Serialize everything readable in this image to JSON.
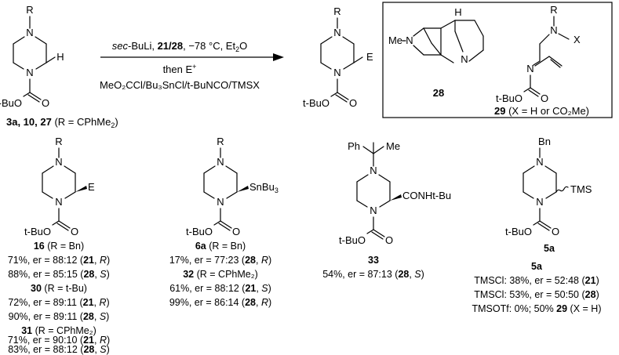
{
  "scheme": {
    "start": {
      "substituent": "R",
      "n_atom": "N",
      "h_atom": "H",
      "boc": "t-BuO",
      "carbonyl_o": "O",
      "label_cpds": "3a, 10, 27",
      "label_rest": " (R = CPhMe",
      "label_sub": "2",
      "label_close": ")"
    },
    "conditions": {
      "base": "sec",
      "base_rest": "-BuLi, ",
      "ligands": "21/28",
      "temp": ", −78 °C, Et",
      "solvent_sub": "2",
      "solvent_end": "O",
      "then": "then E",
      "then_sup": "+",
      "reagents": "MeO₂CCl/Bu₃SnCl/t-BuNCO/TMSX"
    },
    "product": {
      "substituent": "R",
      "electrophile": "E"
    },
    "box": {
      "ligand": {
        "nme": "Me",
        "h": "H",
        "label": "28"
      },
      "side": {
        "x": "X",
        "label_num": "29",
        "label_text": " (X = H or CO₂Me)"
      }
    },
    "compounds": [
      {
        "group": "E",
        "lines": [
          {
            "bold": "16",
            "text": " (R = Bn)"
          },
          {
            "text": "71%, er = 88:12 (",
            "bold": "21",
            "italic": "R"
          },
          {
            "text": "88%, er = 85:15 (",
            "bold": "28",
            "italic": "S"
          },
          {
            "bold": "30",
            "text": " (R = t-Bu)"
          },
          {
            "text": "72%, er = 89:11 (",
            "bold": "21",
            "italic": "R"
          },
          {
            "text": "90%, er = 89:11 (",
            "bold": "28",
            "italic": "S"
          },
          {
            "bold": "31",
            "text": " (R = CPhMe₂)"
          },
          {
            "text": "71%, er = 90:10 (",
            "bold": "21",
            "italic": "R"
          },
          {
            "text": "83%, er = 88:12 (",
            "bold": "28",
            "italic": "S"
          }
        ]
      },
      {
        "group": "SnBu3",
        "lines": [
          {
            "bold": "6a",
            "text": " (R = Bn)"
          },
          {
            "text": "17%, er = 77:23 (",
            "bold": "28",
            "italic": "R"
          },
          {
            "bold": "32",
            "text": " (R = CPhMe₂)"
          },
          {
            "text": "61%, er = 88:12 (",
            "bold": "21",
            "italic": "S"
          },
          {
            "text": "99%, er = 86:14 (",
            "bold": "28",
            "italic": "R"
          }
        ]
      },
      {
        "group": "CONHt-Bu",
        "top": "Ph",
        "top_me": "Me",
        "lines": [
          {
            "bold": "33"
          },
          {
            "text": "54%, er = 87:13 (",
            "bold": "28",
            "italic": "S"
          }
        ]
      },
      {
        "group": "TMS",
        "top": "Bn",
        "lines": [
          {
            "bold": "5a"
          },
          {
            "text": "TMSCl: 38%, er = 52:48 (",
            "bold": "21",
            "close": ")"
          },
          {
            "text": "TMSCl: 53%, er = 50:50 (",
            "bold": "28",
            "close": ")"
          },
          {
            "text": "TMSOTf: 0%; 50% ",
            "bold": "29",
            "close": " (X = H)"
          }
        ]
      }
    ]
  }
}
